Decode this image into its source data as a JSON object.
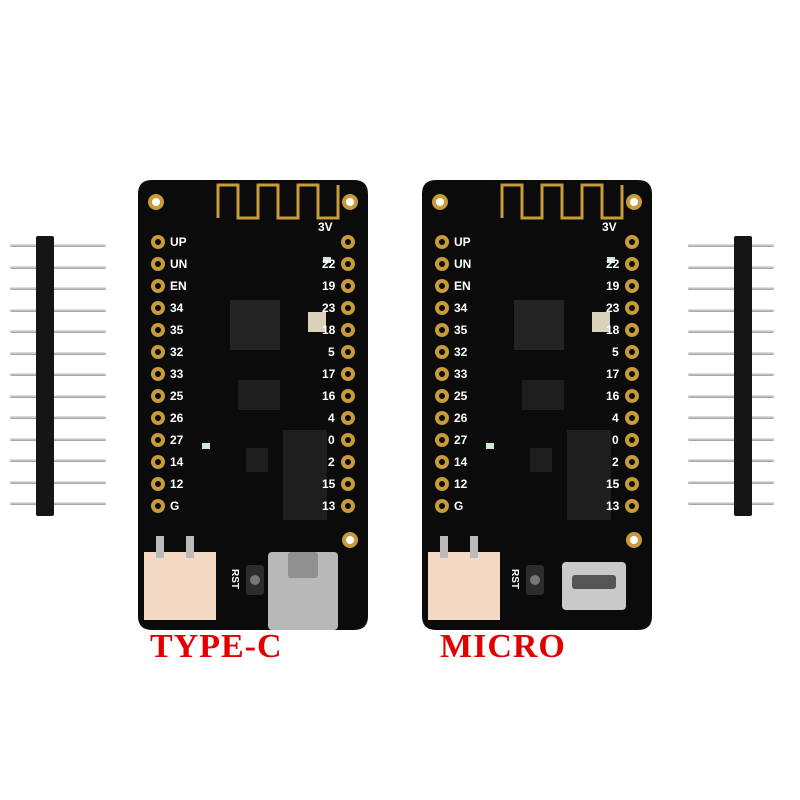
{
  "boards": [
    {
      "id": "type-c",
      "variant_label": "TYPE-C",
      "left_pins": [
        "UP",
        "UN",
        "EN",
        "34",
        "35",
        "32",
        "33",
        "25",
        "26",
        "27",
        "14",
        "12",
        "G"
      ],
      "right_pins": [
        "3V",
        "22",
        "19",
        "23",
        "18",
        "5",
        "17",
        "16",
        "4",
        "0",
        "2",
        "15",
        "13"
      ],
      "usb_connector": "type-c",
      "reset_label": "RST"
    },
    {
      "id": "micro",
      "variant_label": "MICRO",
      "left_pins": [
        "UP",
        "UN",
        "EN",
        "34",
        "35",
        "32",
        "33",
        "25",
        "26",
        "27",
        "14",
        "12",
        "G"
      ],
      "right_pins": [
        "3V",
        "22",
        "19",
        "23",
        "18",
        "5",
        "17",
        "16",
        "4",
        "0",
        "2",
        "15",
        "13"
      ],
      "usb_connector": "micro-usb",
      "reset_label": "RST"
    }
  ],
  "pin_headers": [
    {
      "side": "left",
      "pin_count": 13
    },
    {
      "side": "right",
      "pin_count": 13
    }
  ],
  "colors": {
    "pcb": "#0b0b0b",
    "pad": "#c79a3a",
    "label_text": "#ffffff",
    "variant_text": "#e00000",
    "jst_connector": "#f3d9c4",
    "header_plastic": "#151515",
    "pin_metal": "#c8c8c8"
  }
}
